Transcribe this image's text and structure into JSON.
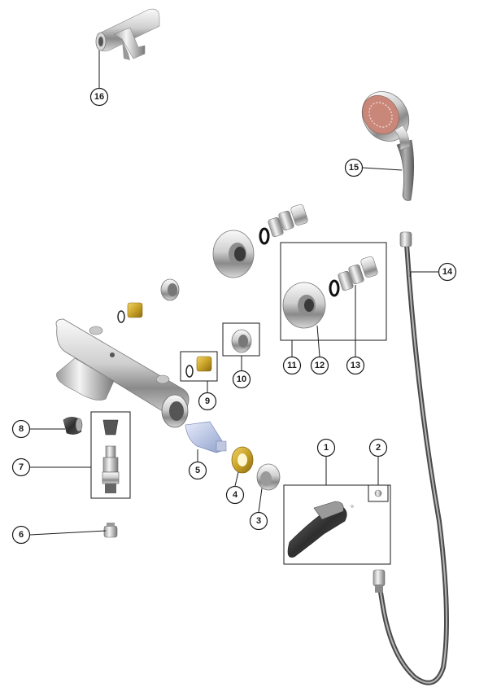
{
  "callouts": {
    "c1": "1",
    "c2": "2",
    "c3": "3",
    "c4": "4",
    "c5": "5",
    "c6": "6",
    "c7": "7",
    "c8": "8",
    "c9": "9",
    "c10": "10",
    "c11": "11",
    "c12": "12",
    "c13": "13",
    "c14": "14",
    "c15": "15",
    "c16": "16"
  },
  "colors": {
    "chrome_light": "#f2f2f2",
    "chrome_mid": "#b8b8b8",
    "chrome_dark": "#6e6e6e",
    "brass": "#c9a227",
    "hose": "#7a7a7a",
    "handle_dark": "#3c3c3c",
    "spray_face": "#c9877a",
    "cartridge_blue": "#b8c6e8"
  }
}
